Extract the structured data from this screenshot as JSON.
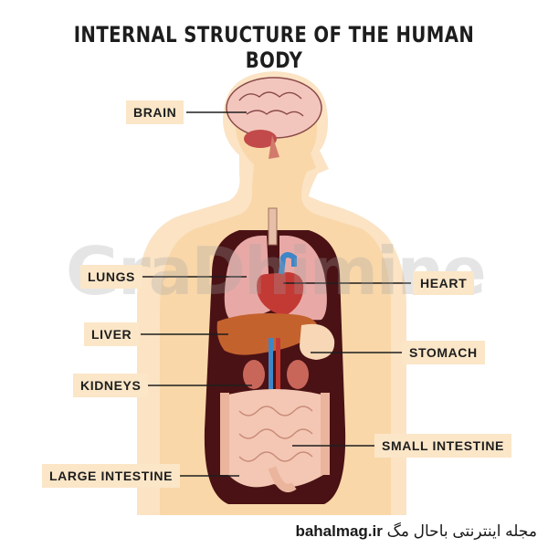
{
  "title": "INTERNAL STRUCTURE OF THE HUMAN BODY",
  "labels": {
    "brain": "BRAIN",
    "lungs": "LUNGS",
    "heart": "HEART",
    "liver": "LIVER",
    "stomach": "STOMACH",
    "kidneys": "KIDNEYS",
    "small_intestine": "SMALL INTESTINE",
    "large_intestine": "LARGE INTESTINE"
  },
  "watermark": "GraDhimine",
  "footer": {
    "site": "bahalmag.ir",
    "tagline": "مجله اینترنتی باحال مگ"
  },
  "colors": {
    "skin": "#f9d9b0",
    "skin_light": "#fde9cf",
    "cavity": "#4a1214",
    "organ_pink": "#e8a9a6",
    "liver": "#c4622e",
    "heart": "#c33a35",
    "artery_blue": "#3d86c8",
    "intestine": "#f3c7b3",
    "label_bg": "#fbe6c8"
  }
}
